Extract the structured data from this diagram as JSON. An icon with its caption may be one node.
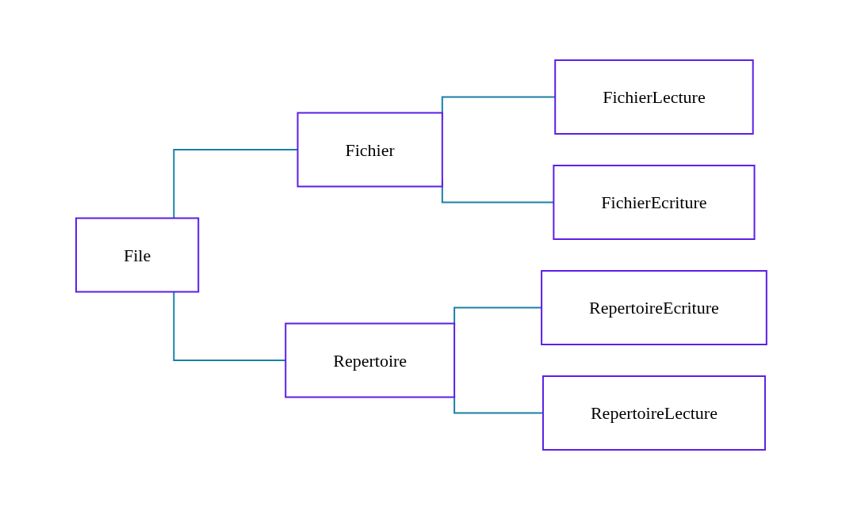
{
  "diagram": {
    "nodes": [
      {
        "text": [
          "File"
        ]
      },
      {
        "text": [
          "Fichier"
        ]
      },
      {
        "text": [
          "Repertoire"
        ]
      },
      {
        "text": [
          "FichierLecture"
        ]
      },
      {
        "text": [
          "FichierEcriture"
        ]
      },
      {
        "text": [
          "RepertoireEcriture"
        ]
      },
      {
        "text": [
          "RepertoireLecture"
        ]
      }
    ],
    "edges": [
      {
        "from": 0,
        "to": 1,
        "arrow": "none"
      },
      {
        "from": 0,
        "to": 2,
        "arrow": "none"
      },
      {
        "from": 1,
        "to": 3,
        "arrow": "none"
      },
      {
        "from": 1,
        "to": 4,
        "arrow": "none"
      },
      {
        "from": 2,
        "to": 5,
        "arrow": "none"
      },
      {
        "from": 2,
        "to": 6,
        "arrow": "none"
      }
    ]
  }
}
